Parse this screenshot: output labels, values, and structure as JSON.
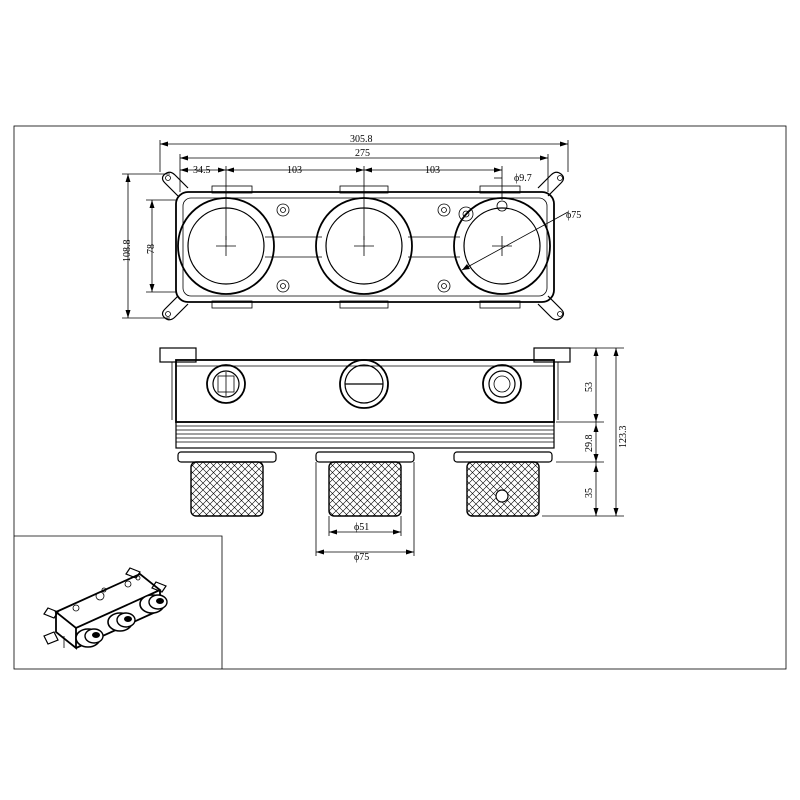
{
  "dimensions": {
    "total_width": "305.8",
    "center_span": "275",
    "offset": "34.5",
    "pitch_left": "103",
    "pitch_right": "103",
    "small_hole": "ϕ9.7",
    "large_hole": "ϕ75",
    "overall_height": "108.8",
    "body_height": "78",
    "side_53": "53",
    "side_29_8": "29.8",
    "side_123_3": "123.3",
    "side_35": "35",
    "knob_inner": "ϕ51",
    "knob_outer": "ϕ75"
  }
}
